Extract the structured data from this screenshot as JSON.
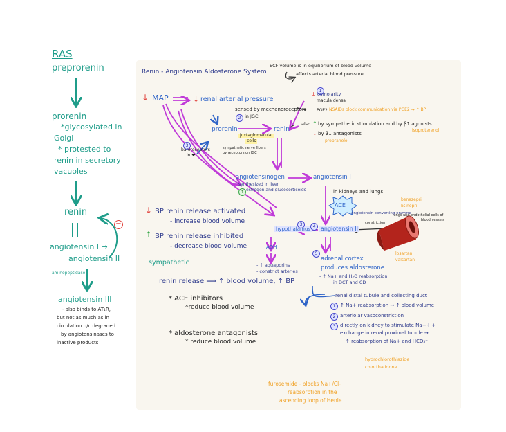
{
  "left": {
    "title": "RAS",
    "preprorenin": "preprorenin",
    "prorenin": "prorenin",
    "prorenin_note1": "*glycosylated in",
    "prorenin_note2": "Golgi",
    "prorenin_note3": "* protested to",
    "prorenin_note4": "renin in secretory",
    "prorenin_note5": "vacuoles",
    "renin": "renin",
    "angiotensin1": "angiotensin I →",
    "angiotensin2": "angiotensin II",
    "inhibit_sign": "−",
    "aminopeptidase": "aminopeptidase",
    "angiotensin3": "angiotensin III",
    "a3_note1": "- also binds to AT₁R,",
    "a3_note2": "but not as much as in",
    "a3_note3": "circulation b/c degraded",
    "a3_note4": "by angiotensinases to",
    "a3_note5": "inactive products"
  },
  "panel": {
    "title": "Renin - Angiotensin Aldosterone System",
    "ecf1": "ECF volume is in equilibrium of blood volume",
    "ecf2": "affects arterial blood pressure",
    "map": "MAP",
    "renal_pressure": "renal arterial pressure",
    "osmolarity": "osmolarity",
    "macula": "macula densa",
    "sensed": "sensed by mechanoreceptors",
    "in_jgc": "in JGC",
    "pge2": "PGE2",
    "nsaids": "NSAIDs block communication via PGE2 → ↑ BP",
    "prorenin": "prorenin",
    "renin": "renin",
    "jg_cells1": "juxtaglomerular",
    "jg_cells2": "cells",
    "also": "also",
    "sympathetic": "by sympathetic stimulation and by β1 agonists",
    "isoproterenol": "isoproterenol",
    "b1_antag": "by β1 antagonists",
    "propranolol": "propranolol",
    "baroreceptors1": "baroreceptors",
    "baroreceptors2": "in ❤",
    "symp_note1": "sympathetic nerve fibers",
    "symp_note2": "by receptors on JGC",
    "angiotensinogen": "angiotensinogen",
    "synth_liver": "synthesized in liver",
    "estrogen": "estrogen and glucocorticoids",
    "angiotensin1": "angiotensin I",
    "kidneys_lungs": "in kidneys and lungs",
    "ace": "ACE",
    "benazepril": "benazepril",
    "lisinopril": "lisinopril",
    "ace_note1": "angiotensin converting enzyme",
    "ace_note2": "lungs and endothelial cells of",
    "ace_note3": "blood vessels",
    "bp_release_act": "BP renin release activated",
    "increase_bv": "- increase blood volume",
    "hypothalamus": "hypothalamus",
    "angiotensin2": "angiotensin II",
    "constriction": "constriction",
    "bp_release_inh": "BP renin release inhibited",
    "decrease_bv": "- decrease blood volume",
    "adh": "ADH",
    "aquaporins": "- ↑ aquaporins",
    "constrict": "- constrict arteries",
    "adrenal": "adrenal cortex",
    "aldosterone": "produces aldosterone",
    "na_reabs1": "- ↑ Na+ and H₂O reabsorption",
    "na_reabs2": "in DCT and CD",
    "losartan": "losartan",
    "valsartan": "valsartan",
    "sympathetic_hdr": "sympathetic",
    "renin_release": "renin release ⟹ ↑ blood volume, ↑ BP",
    "ace_inh1": "* ACE inhibitors",
    "ace_inh2": "*reduce blood volume",
    "aldo_antag1": "* aldosterone antagonists",
    "aldo_antag2": "* reduce blood volume",
    "renal_distal": "renal distal tubule and collecting duct",
    "na_reabs_bv": "↑ Na+ reabsorption → ↑ blood volume",
    "arteriolar": "arteriolar vasoconstriction",
    "directly1": "directly on kidney to stimulate Na+-H+",
    "directly2": "exchange in renal proximal tubule →",
    "directly3": "↑ reabsorption of Na+ and HCO₃⁻",
    "hctz1": "hydrochlorothiazide",
    "hctz2": "chlorthalidone",
    "furosemide1": "furosemide - blocks Na+/Cl-",
    "furosemide2": "reabsorption in the",
    "furosemide3": "ascending loop of Henle"
  },
  "colors": {
    "teal": "#1f9d8a",
    "purple": "#c03ad8",
    "navy": "#2e3a8c",
    "orange": "#f0a023",
    "red": "#e0403a",
    "green": "#3aa84a"
  }
}
